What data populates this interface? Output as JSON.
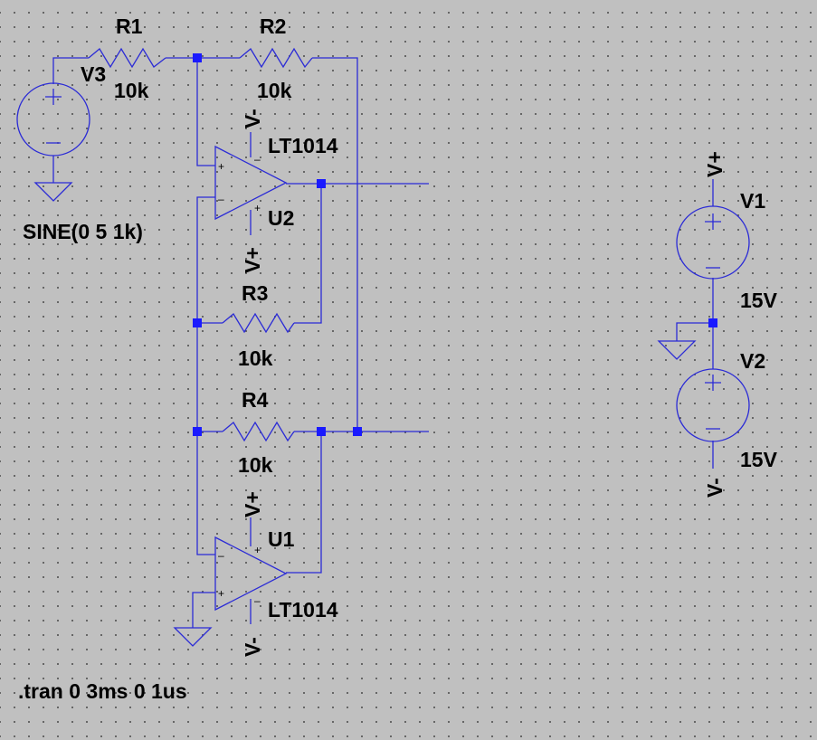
{
  "diagram": {
    "colors": {
      "background": "#c0c0c0",
      "wire": "#2b2bd6",
      "junction": "#1a1aff",
      "text": "#000000"
    },
    "components": {
      "r1": {
        "name": "R1",
        "value": "10k"
      },
      "r2": {
        "name": "R2",
        "value": "10k"
      },
      "r3": {
        "name": "R3",
        "value": "10k"
      },
      "r4": {
        "name": "R4",
        "value": "10k"
      },
      "u2": {
        "name": "U2",
        "model": "LT1014"
      },
      "u1": {
        "name": "U1",
        "model": "LT1014"
      },
      "v3": {
        "name": "V3",
        "value": "SINE(0 5 1k)"
      },
      "v1": {
        "name": "V1",
        "value": "15V"
      },
      "v2": {
        "name": "V2",
        "value": "15V"
      }
    },
    "nets": {
      "vplus": "V+",
      "vminus": "V-"
    },
    "directive": ".tran 0 3ms 0 1us"
  }
}
